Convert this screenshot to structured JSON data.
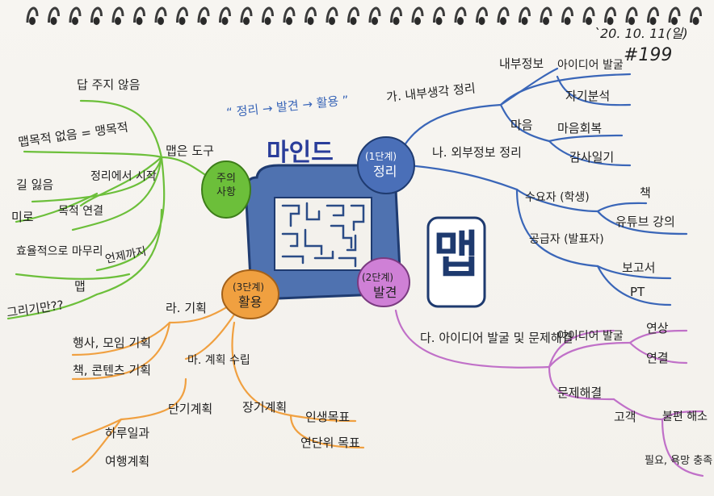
{
  "header": {
    "date": "`20. 10. 11(일)",
    "number": "#199"
  },
  "center": {
    "title": "마인드",
    "title2": "맵",
    "quote": "“ 정리 → 발견 → 활용 ”"
  },
  "nodes": {
    "step1": {
      "line1": "(1단계)",
      "line2": "정리"
    },
    "step2": {
      "line1": "(2단계)",
      "line2": "발견"
    },
    "step3": {
      "line1": "(3단계)",
      "line2": "활용"
    },
    "tips": {
      "line1": "주의",
      "line2": "사항"
    }
  },
  "green": {
    "main": "맵은 도구",
    "b1": "답 주지 않음",
    "b2": "맵목적 없음 = 맹목적",
    "b3": "길 잃음",
    "b4": "정리에서 시작",
    "b5": "미로",
    "b6": "목적 연결",
    "b7": "효율적으로 마무리",
    "b8": "언제까지",
    "b9": "맵",
    "b10": "그리기만??"
  },
  "blue": {
    "a": "가. 내부생각 정리",
    "a1": "내부정보",
    "a1a": "아이디어 발굴",
    "a1b": "자기분석",
    "a2": "마음",
    "a2a": "마음회복",
    "a2b": "감사일기",
    "b": "나. 외부정보 정리",
    "b1": "수요자 (학생)",
    "b1a": "책",
    "b1b": "유튜브 강의",
    "b2": "공급자 (발표자)",
    "b2a": "보고서",
    "b2b": "PT"
  },
  "purple": {
    "main": "다. 아이디어 발굴 및 문제해결",
    "c1": "아이디어 발굴",
    "c1a": "연상",
    "c1b": "연결",
    "c2": "문제해결",
    "c3": "고객",
    "c3a": "불편 해소",
    "c3b": "필요, 욕망 충족"
  },
  "orange": {
    "main": "라. 기획",
    "a": "행사, 모임 기획",
    "b": "책, 콘텐츠 기획",
    "c": "마. 계획 수립",
    "d": "단기계획",
    "d1": "하루일과",
    "d2": "여행계획",
    "e": "장기계획",
    "e1": "인생목표",
    "e2": "연단위 목표"
  },
  "colors": {
    "green": "#6cbf3a",
    "blue": "#3a66b8",
    "purple": "#c070c8",
    "orange": "#f0a040",
    "maze": "#3f68ad"
  }
}
